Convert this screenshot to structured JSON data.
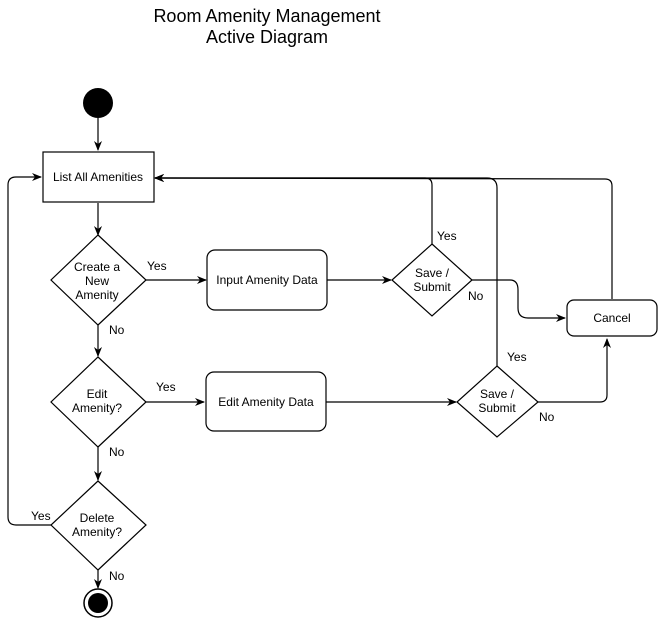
{
  "title_line1": "Room Amenity Management",
  "title_line2": "Active Diagram",
  "nodes": {
    "list_all": "List All Amenities",
    "create_q": [
      "Create a",
      "New",
      "Amenity"
    ],
    "input_data": "Input Amenity Data",
    "save_submit_1": [
      "Save /",
      "Submit"
    ],
    "edit_q": [
      "Edit",
      "Amenity?"
    ],
    "edit_data": "Edit Amenity Data",
    "save_submit_2": [
      "Save /",
      "Submit"
    ],
    "delete_q": [
      "Delete",
      "Amenity?"
    ],
    "cancel": "Cancel"
  },
  "edge_labels": {
    "create_yes": "Yes",
    "create_no": "No",
    "edit_yes": "Yes",
    "edit_no": "No",
    "delete_yes": "Yes",
    "delete_no": "No",
    "save1_yes": "Yes",
    "save1_no": "No",
    "save2_yes": "Yes",
    "save2_no": "No"
  }
}
